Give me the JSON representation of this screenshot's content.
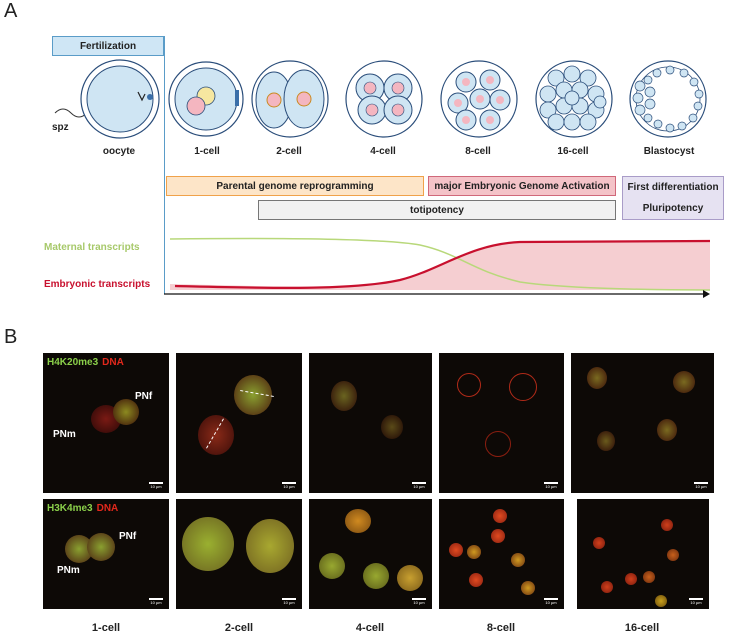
{
  "panels": {
    "a": "A",
    "b": "B"
  },
  "fertilization_label": "Fertilization",
  "spz_label": "spz",
  "stages": [
    "oocyte",
    "1-cell",
    "2-cell",
    "4-cell",
    "8-cell",
    "16-cell",
    "Blastocyst"
  ],
  "boxes": {
    "parental": "Parental genome reprogramming",
    "activation": "major Embryonic Genome Activation",
    "first_diff": "First differentiation",
    "totipotency": "totipotency",
    "pluripotency": "Pluripotency"
  },
  "legend": {
    "maternal": "Maternal transcripts",
    "embryonic": "Embryonic transcripts"
  },
  "colors": {
    "maternal": "#b8d87a",
    "embryonic": "#c8102e",
    "embryonic_fill": "#f3c5c9",
    "parental_box": "#fde5c8",
    "parental_border": "#f0a24a",
    "activation_box": "#f4c3c8",
    "activation_border": "#d0687a",
    "diff_box": "#e6e2f2",
    "diff_border": "#a99cc8",
    "fert_box": "#cfe6f5",
    "cell_fill": "#cfe5f3",
    "cell_stroke": "#2a4d7a",
    "nucleus": "#f4b6c0"
  },
  "micro_row1": {
    "marker": "H4K20me3",
    "dna": "DNA",
    "pn_f": "PNf",
    "pn_m": "PNm",
    "scale": "10 µm"
  },
  "micro_row2": {
    "marker": "H3K4me3",
    "dna": "DNA",
    "pn_f": "PNf",
    "pn_m": "PNm",
    "scale": "10 µm"
  },
  "bottom_labels": [
    "1-cell",
    "2-cell",
    "4-cell",
    "8-cell",
    "16-cell"
  ]
}
